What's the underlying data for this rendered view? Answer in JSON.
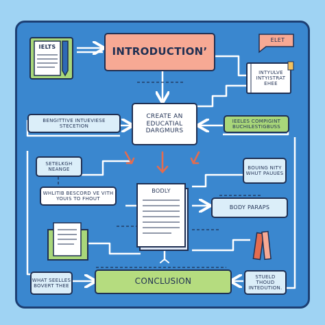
{
  "colors": {
    "background": "#9fd3f3",
    "panel": "#3a87cf",
    "outline": "#1f2f52",
    "introduction_fill": "#f7a994",
    "conclusion_fill": "#b5dc7f",
    "side_box_light": "#dbeef9",
    "side_box_green": "#a9d77a",
    "accent_orange": "#e36c4f"
  },
  "nodes": {
    "ielts_card": "IELTS",
    "introduction": "INTRODUCTION’",
    "elet_flag": "ELET",
    "intro_note": "INTYULVE INTYISTRAT EHEE",
    "create": "CREATE AN EDUCATIAL DARGMURS",
    "left_mid": "BENGITTIVE INTUEVIESE STECETION",
    "right_mid": "IEELES COMPIGINT BUCHILESTIGBUSS",
    "left_lower": "SETELKGH NEANGE",
    "right_lower": "BOUING NITY WHUT PAUUES",
    "left_note": "WHLITIB BESCORD VE VITH YOUIS TO FHOUT",
    "body": "BODLY",
    "body_paraps": "BODY PARAPS",
    "conclusion": "CONCLUSION",
    "bottom_left": "WHAT SEELLES BOVERT THEE",
    "bottom_right": "STUELD THOUD INTEDUTION."
  }
}
